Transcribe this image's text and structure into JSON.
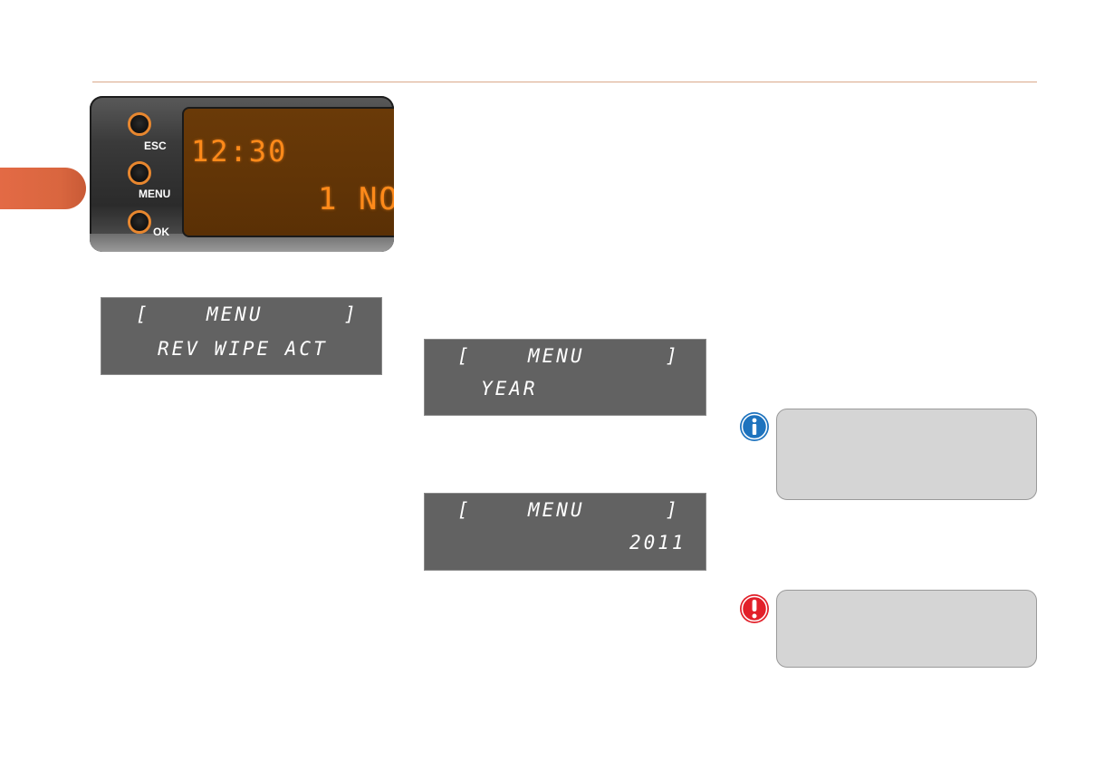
{
  "device": {
    "buttons": [
      {
        "label": "ESC"
      },
      {
        "label": "MENU"
      },
      {
        "label": "OK"
      }
    ],
    "display_time": "12:30",
    "display_status": "1 NO"
  },
  "lcd_panels": [
    {
      "line1_left": "[",
      "line1_center": "MENU",
      "line1_right": "]",
      "line2": "REV WIPE ACT"
    },
    {
      "line1_left": "[",
      "line1_center": "MENU",
      "line1_right": "]",
      "line2": "YEAR"
    },
    {
      "line1_left": "[",
      "line1_center": "MENU",
      "line1_right": "]",
      "line2": "2011"
    }
  ],
  "notes": [
    {
      "icon": "info-icon",
      "color": "#1e73be"
    },
    {
      "icon": "warning-icon",
      "color": "#e2202a"
    }
  ],
  "colors": {
    "accent": "#e36a45",
    "rule": "#d9a98a",
    "lcd_bg": "#626262",
    "note_bg": "#d5d5d5"
  }
}
